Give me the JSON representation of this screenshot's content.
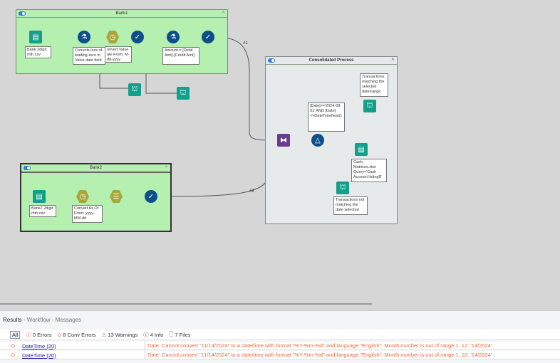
{
  "containers": {
    "bank1": {
      "title": "Bank1"
    },
    "bank2": {
      "title": "Bank2"
    },
    "consolidated": {
      "title": "Consolidated Process"
    }
  },
  "annotations": {
    "bank1_input": "Bank 2digit mth.csv",
    "bank1_formula1": "Corrects loss of leading zero in Value date field",
    "bank1_datetime": "onvert Value ate From: M-dd-yyyy",
    "bank1_formula2": "Amount = [Debit Amt]-[Credit Amt]",
    "bank2_input": "Bank2 2digit mth.csv",
    "bank2_datetime": "Convert As Of From: yyyy-MM-dd",
    "filter": "[Date]>='2024-09-01' AND [Date] <=DateTimeNow()",
    "browse_true": "Transactions matching the selected date/range",
    "cash_input": "Cash Matrices.xlsx Query='Cash Account listing$'",
    "browse_false": "Transactions not matching the date selected"
  },
  "connections": {
    "c1": "#1",
    "c2": "#2"
  },
  "results": {
    "title": "Results",
    "breadcrumb": " - Workflow - Messages",
    "filters": {
      "all": "All",
      "errors": "0 Errors",
      "conv_errors": "8 Conv Errors",
      "warnings": "13 Warnings",
      "info": "4 Info",
      "files": "7 Files"
    },
    "rows": [
      {
        "tool": "DateTime (20)",
        "message": "Date: Cannot convert \"11/14/2024\" to a date/time with format \"%Y-%m-%d\" and language \"English\":  Month number is out of range 1..12: '14/2024'"
      },
      {
        "tool": "DateTime (20)",
        "message": "Date: Cannot convert \"11/14/2024\" to a date/time with format \"%Y-%m-%d\" and language \"English\":  Month number is out of range 1..12: '14/2024'"
      }
    ]
  },
  "colors": {
    "container_green": "#b5f0b0",
    "error_text": "#e86a3a",
    "teal_tool": "#12a08a",
    "blue_tool": "#0e4f8a",
    "union_purple": "#6a3b8e"
  }
}
